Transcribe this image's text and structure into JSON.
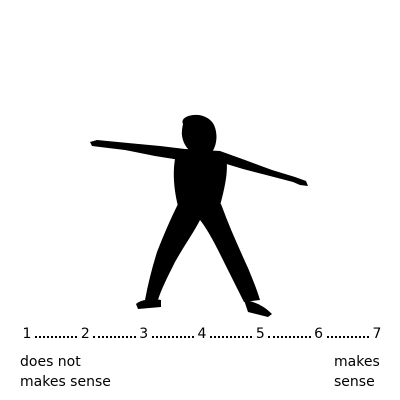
{
  "scale": {
    "points": [
      "1",
      "2",
      "3",
      "4",
      "5",
      "6",
      "7"
    ]
  },
  "anchors": {
    "left_line1": "does not",
    "left_line2": "makes sense",
    "right_line1": "makes",
    "right_line2": "sense"
  },
  "colors": {
    "silhouette": "#000000",
    "background": "#ffffff"
  },
  "icons": {
    "figure": "person-silhouette-icon"
  }
}
